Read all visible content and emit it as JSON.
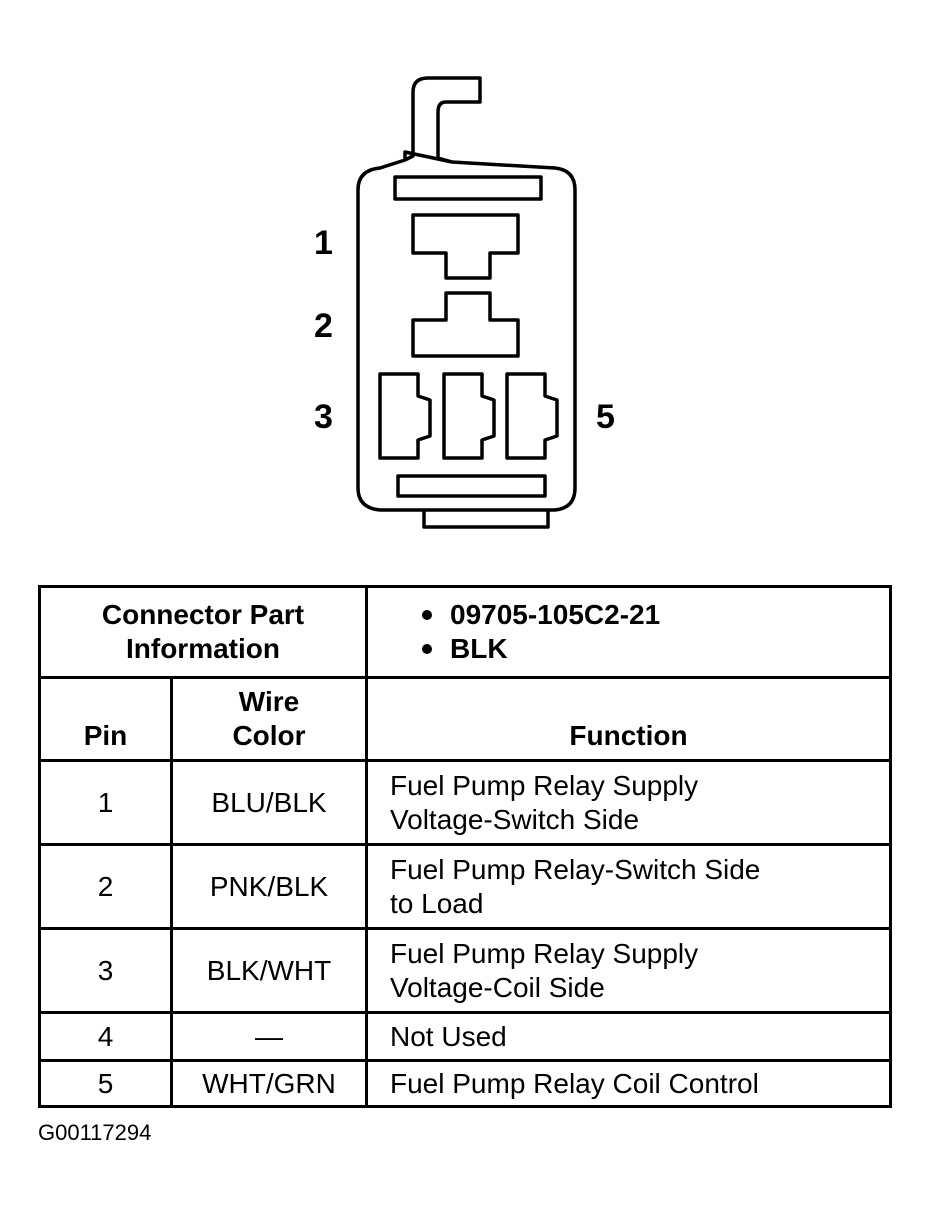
{
  "diagram": {
    "pin_labels": [
      "1",
      "2",
      "3",
      "5"
    ]
  },
  "table": {
    "connector_info_label": [
      "Connector Part",
      "Information"
    ],
    "connector_info_values": [
      "09705-105C2-21",
      "BLK"
    ],
    "headers": {
      "pin": "Pin",
      "wire_color": [
        "Wire",
        "Color"
      ],
      "function": "Function"
    },
    "rows": [
      {
        "pin": "1",
        "wire": "BLU/BLK",
        "function": [
          "Fuel Pump Relay Supply",
          "Voltage-Switch Side"
        ]
      },
      {
        "pin": "2",
        "wire": "PNK/BLK",
        "function": [
          "Fuel Pump Relay-Switch Side",
          "to Load"
        ]
      },
      {
        "pin": "3",
        "wire": "BLK/WHT",
        "function": [
          "Fuel Pump Relay Supply",
          "Voltage-Coil Side"
        ]
      },
      {
        "pin": "4",
        "wire": "—",
        "function": [
          "Not Used"
        ]
      },
      {
        "pin": "5",
        "wire": "WHT/GRN",
        "function": [
          "Fuel Pump Relay Coil Control"
        ]
      }
    ]
  },
  "caption": "G00117294"
}
